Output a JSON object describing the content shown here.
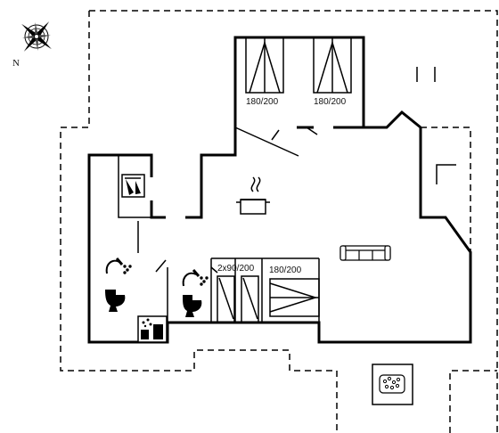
{
  "compass": {
    "north_label": "N"
  },
  "beds": {
    "bedroom_1": "180/200",
    "bedroom_2": "180/200",
    "bedroom_3": "2x90/200",
    "bedroom_4": "180/200"
  },
  "icons": [
    "compass-icon",
    "kitchen-pot-icon",
    "sofa-icon",
    "washing-machine-icon",
    "shower-icon",
    "toilet-icon",
    "sauna-icon",
    "hot-tub-icon"
  ]
}
